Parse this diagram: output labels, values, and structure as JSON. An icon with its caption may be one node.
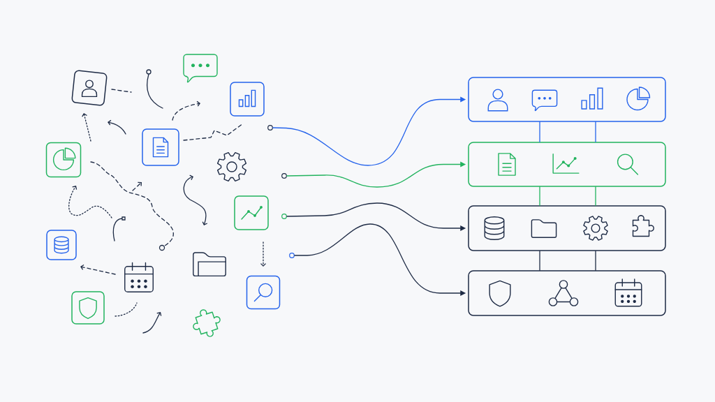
{
  "diagram": {
    "nodes": [
      {
        "text": [],
        "shape": "box"
      },
      {
        "text": [],
        "shape": "box"
      },
      {
        "text": [],
        "shape": "box"
      },
      {
        "text": [],
        "shape": "box"
      },
      {
        "text": [],
        "shape": "circle"
      },
      {
        "text": [],
        "shape": "circle"
      },
      {
        "text": [],
        "shape": "circle"
      },
      {
        "text": [],
        "shape": "circle"
      }
    ],
    "edges": [
      {
        "from": 4,
        "to": 0,
        "arrow": "to",
        "color": "#2563eb"
      },
      {
        "from": 5,
        "to": 1,
        "arrow": "to",
        "color": "#22b35e"
      },
      {
        "from": 6,
        "to": 2,
        "arrow": "to"
      },
      {
        "from": 7,
        "to": 3,
        "arrow": "to"
      },
      {
        "from": 0,
        "to": 1,
        "arrow": "none",
        "color": "#2563eb"
      },
      {
        "from": 0,
        "to": 1,
        "arrow": "none",
        "color": "#2563eb"
      },
      {
        "from": 1,
        "to": 2,
        "arrow": "none",
        "color": "#22b35e"
      },
      {
        "from": 1,
        "to": 2,
        "arrow": "none",
        "color": "#22b35e"
      },
      {
        "from": 2,
        "to": 3,
        "arrow": "none"
      },
      {
        "from": 2,
        "to": 3,
        "arrow": "none"
      }
    ]
  }
}
